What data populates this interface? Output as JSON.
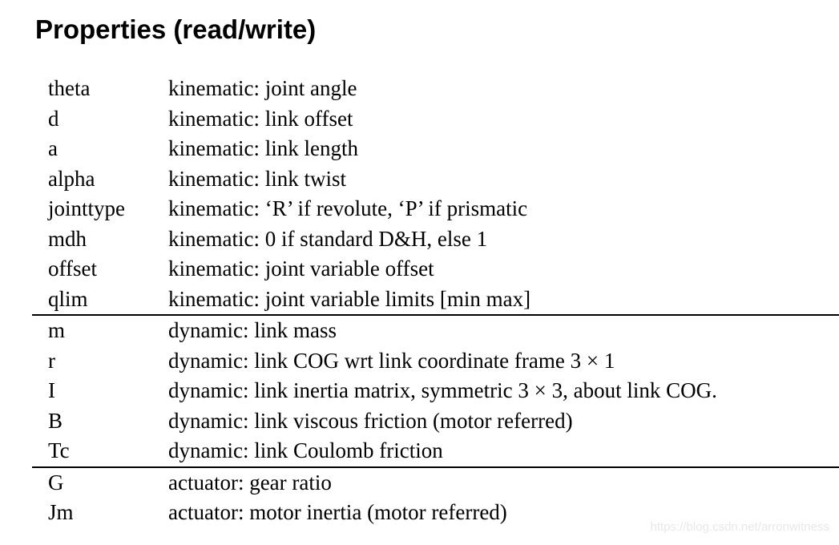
{
  "title": "Properties (read/write)",
  "watermark": "https://blog.csdn.net/arronwitness",
  "colors": {
    "text": "#000000",
    "background": "#ffffff",
    "rule": "#000000",
    "watermark": "#e8e8e8"
  },
  "table": {
    "sections": [
      {
        "name": "kinematic",
        "rows": [
          {
            "property": "theta",
            "description": "kinematic: joint angle"
          },
          {
            "property": "d",
            "description": "kinematic: link offset"
          },
          {
            "property": "a",
            "description": "kinematic: link length"
          },
          {
            "property": "alpha",
            "description": "kinematic: link twist"
          },
          {
            "property": "jointtype",
            "description": "kinematic: ‘R’ if revolute, ‘P’ if prismatic"
          },
          {
            "property": "mdh",
            "description": "kinematic: 0 if standard D&H, else 1"
          },
          {
            "property": "offset",
            "description": "kinematic: joint variable offset"
          },
          {
            "property": "qlim",
            "description": "kinematic: joint variable limits [min max]"
          }
        ]
      },
      {
        "name": "dynamic",
        "rows": [
          {
            "property": "m",
            "description": "dynamic: link mass"
          },
          {
            "property": "r",
            "description": "dynamic: link COG wrt link coordinate frame 3 × 1"
          },
          {
            "property": "I",
            "description": "dynamic: link inertia matrix, symmetric 3 × 3, about link COG."
          },
          {
            "property": "B",
            "description": "dynamic: link viscous friction (motor referred)"
          },
          {
            "property": "Tc",
            "description": "dynamic: link Coulomb friction"
          }
        ]
      },
      {
        "name": "actuator",
        "rows": [
          {
            "property": "G",
            "description": "actuator: gear ratio"
          },
          {
            "property": "Jm",
            "description": "actuator: motor inertia (motor referred)"
          }
        ]
      }
    ]
  }
}
